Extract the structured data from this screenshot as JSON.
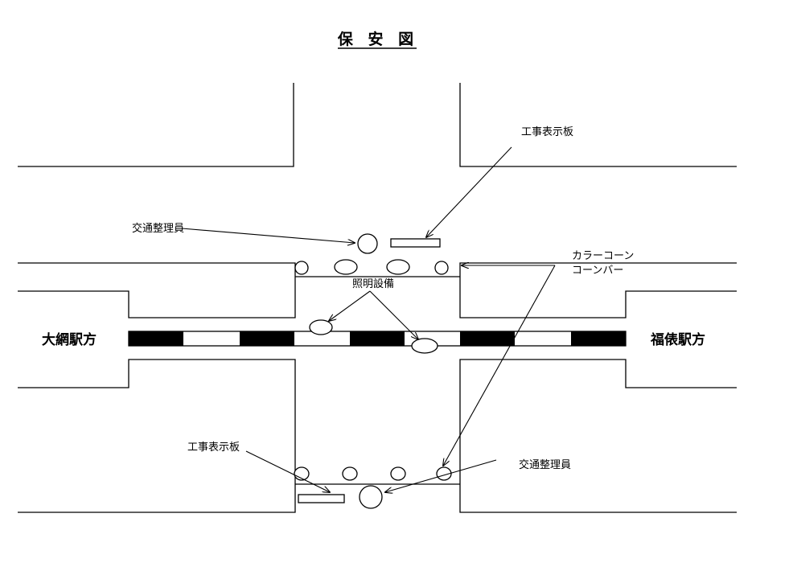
{
  "title": "保 安 図",
  "labels": {
    "sign_top": "工事表示板",
    "guard_top": "交通整理員",
    "cone_line1": "カラーコーン",
    "cone_line2": "コーンバー",
    "lighting": "照明設備",
    "station_left": "大網駅方",
    "station_right": "福俵駅方",
    "sign_bottom": "工事表示板",
    "guard_bottom": "交通整理員"
  }
}
